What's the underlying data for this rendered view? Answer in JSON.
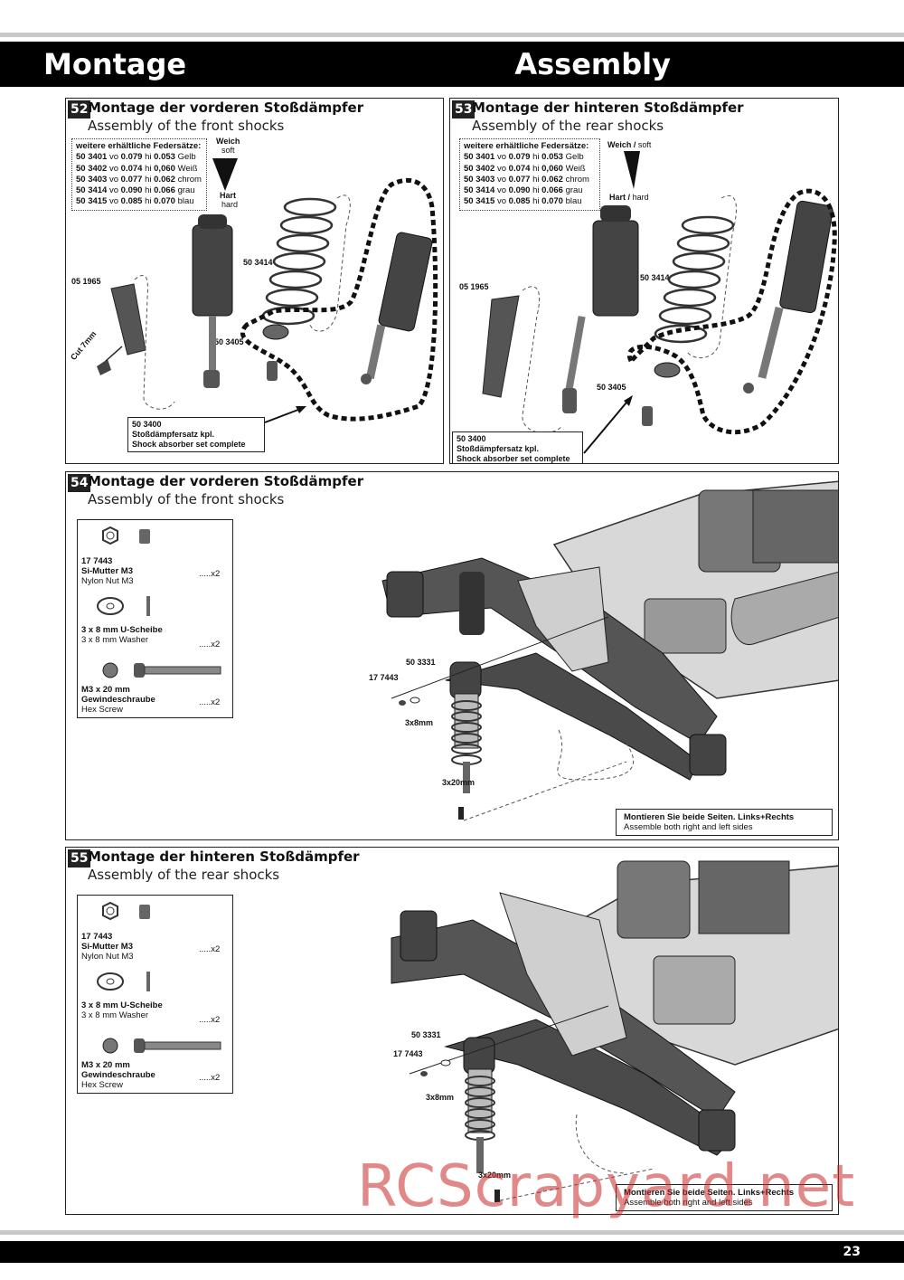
{
  "header": {
    "left": "Montage",
    "right": "Assembly"
  },
  "footer": {
    "page_number": "23"
  },
  "watermark": "RCScrapyard.net",
  "spring_sets": {
    "heading": "weitere erhältliche Federsätze:",
    "rows": [
      {
        "code": "50 3401",
        "vo": "0.079",
        "hi": "0.053",
        "color": "Gelb"
      },
      {
        "code": "50 3402",
        "vo": "0.074",
        "hi": "0,060",
        "color": "Weiß"
      },
      {
        "code": "50 3403",
        "vo": "0.077",
        "hi": "0.062",
        "color": "chrom"
      },
      {
        "code": "50 3414",
        "vo": "0.090",
        "hi": "0.066",
        "color": "grau"
      },
      {
        "code": "50 3415",
        "vo": "0.085",
        "hi": "0.070",
        "color": "blau"
      }
    ],
    "vo_label": "vo",
    "hi_label": "hi"
  },
  "hardness": {
    "soft_de": "Weich",
    "soft_en": "soft",
    "hard_de": "Hart",
    "hard_en": "hard",
    "sep": "/"
  },
  "step52": {
    "number": "52",
    "title_de": "Montage der vorderen Stoßdämpfer",
    "title_en": "Assembly of the front shocks",
    "label_spring": "50 3414",
    "label_tool": "05 1965",
    "label_cut": "Cut 7mm",
    "label_collar": "50 3405",
    "set": {
      "code": "50 3400",
      "de": "Stoßdämpfersatz kpl.",
      "en": "Shock absorber set complete"
    }
  },
  "step53": {
    "number": "53",
    "title_de": "Montage der hinteren  Stoßdämpfer",
    "title_en": "Assembly of the rear shocks",
    "label_spring": "50 3414",
    "label_tool": "05 1965",
    "label_collar": "50 3405",
    "set": {
      "code": "50 3400",
      "de": "Stoßdämpfersatz kpl.",
      "en": "Shock absorber set complete"
    }
  },
  "step54": {
    "number": "54",
    "title_de": "Montage der vorderen Stoßdämpfer",
    "title_en": "Assembly of the front shocks",
    "label_a": "50 3331",
    "label_b": "17 7443",
    "label_washer": "3x8mm",
    "label_screw": "3x20mm",
    "note_de": "Montieren Sie beide Seiten. Links+Rechts",
    "note_en": "Assemble both right and left sides"
  },
  "step55": {
    "number": "55",
    "title_de": "Montage der hinteren  Stoßdämpfer",
    "title_en": "Assembly of the rear shocks",
    "label_a": "50 3331",
    "label_b": "17 7443",
    "label_washer": "3x8mm",
    "label_screw": "3x20mm",
    "note_de": "Montieren Sie beide Seiten. Links+Rechts",
    "note_en": "Assemble both right and left sides"
  },
  "parts": [
    {
      "code": "17 7443",
      "de": "Si-Mutter M3",
      "en": "Nylon Nut M3",
      "qty": ".....x2"
    },
    {
      "code": "",
      "de": "3 x 8 mm U-Scheibe",
      "en": "3 x 8 mm Washer",
      "qty": ".....x2"
    },
    {
      "code": "",
      "de": "M3 x 20 mm",
      "de2": "Gewindeschraube",
      "en": "Hex Screw",
      "qty": ".....x2"
    }
  ]
}
